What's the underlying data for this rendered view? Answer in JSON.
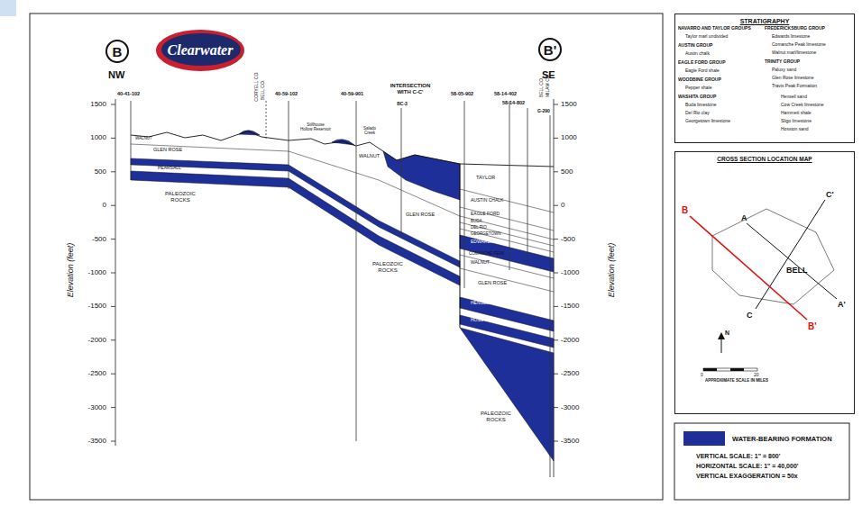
{
  "diagram": {
    "nodes": [
      {
        "text": [
          "B"
        ]
      },
      {
        "text": [
          "Clearwater"
        ]
      },
      {
        "text": [
          "B'"
        ]
      },
      {
        "text": [
          "STRATIGRAPHY"
        ]
      },
      {
        "text": [
          "CROSS SECTION LOCATION MAP"
        ]
      }
    ],
    "labels": [
      "NW",
      "SE",
      "40-41-102",
      "CORYELL CO.",
      "BELL CO.",
      "40-59-102",
      "40-59-901",
      "INTERSECTION WITH C-C'",
      "BC-3",
      "58-05-902",
      "58-14-402",
      "58-14-802",
      "BELL CO.",
      "MILAM CO.",
      "G-290",
      "Stillhouse Hollow Reservoir",
      "Salado Creek",
      "1500",
      "1000",
      "500",
      "0",
      "-500",
      "-1000",
      "-1500",
      "-2000",
      "-2500",
      "-3000",
      "-3500",
      "1500",
      "1000",
      "500",
      "0",
      "-500",
      "-1000",
      "-1500",
      "-2000",
      "-2500",
      "-3000",
      "-3500",
      "Elevation (feet)",
      "Elevation (feet)",
      "WALNUT",
      "GLEN ROSE",
      "PEARSALL",
      "PALEOZOIC ROCKS",
      "WALNUT",
      "GLEN ROSE",
      "PALEOZOIC ROCKS",
      "TAYLOR",
      "AUSTIN CHALK",
      "EAGLE FORD",
      "BUDA",
      "DEL RIO",
      "GEORGETOWN",
      "EDWARDS",
      "COMANCHE PEAK",
      "WALNUT",
      "GLEN ROSE",
      "HENSELL",
      "HOSSTON",
      "PALEOZOIC ROCKS",
      "NAVARRO AND TAYLOR GROUPS",
      "Taylor marl undivided",
      "AUSTIN GROUP",
      "Austin chalk",
      "EAGLE FORD GROUP",
      "Eagle Ford shale",
      "WOODBINE GROUP",
      "Pepper shale",
      "WASHITA GROUP",
      "Buda limestone",
      "Del Rio clay",
      "Georgetown limestone",
      "FREDERICKSBURG GROUP",
      "Edwards limestone",
      "Comanche Peak limestone",
      "Walnut marl/limestone",
      "TRINITY GROUP",
      "Paluxy sand",
      "Glen Rose limestone",
      "Travis Peak Formation",
      "Hensell sand",
      "Cow Creek limestone",
      "Hammett shale",
      "Sligo limestone",
      "Hosston sand",
      "B",
      "A",
      "C'",
      "C",
      "A'",
      "B'",
      "BELL",
      "N",
      "0",
      "20",
      "APPROXIMATE SCALE IN MILES",
      "VERTICAL SCALE: 1\" = 800'",
      "HORIZONTAL SCALE: 1\" = 40,000'",
      "VERTICAL EXAGGERATION = 50x"
    ],
    "legend": [
      {
        "text": "WATER-BEARING FORMATION",
        "color": "#1f2f9a"
      }
    ]
  }
}
